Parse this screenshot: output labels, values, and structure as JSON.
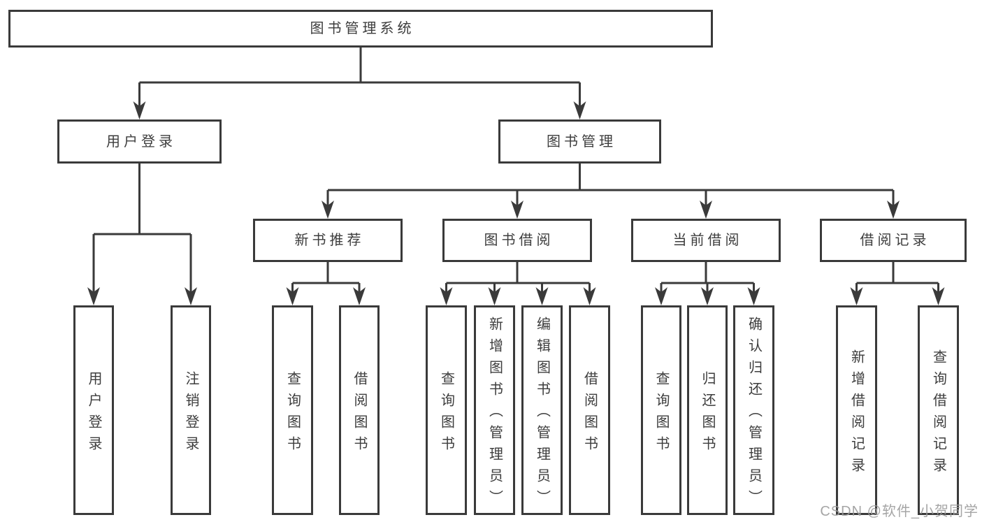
{
  "tree": {
    "id": "root",
    "label": "图书管理系统",
    "children": [
      {
        "id": "user-login-group",
        "label": "用户登录",
        "children": [
          {
            "id": "user-login",
            "label": "用户登录"
          },
          {
            "id": "user-logout",
            "label": "注销登录"
          }
        ]
      },
      {
        "id": "book-management",
        "label": "图书管理",
        "children": [
          {
            "id": "new-book-recommend",
            "label": "新书推荐",
            "children": [
              {
                "id": "nbr-query-books",
                "label": "查询图书"
              },
              {
                "id": "nbr-borrow-books",
                "label": "借阅图书"
              }
            ]
          },
          {
            "id": "book-borrowing",
            "label": "图书借阅",
            "children": [
              {
                "id": "bb-query-books",
                "label": "查询图书"
              },
              {
                "id": "bb-add-books",
                "label": "新增图书（管理员）"
              },
              {
                "id": "bb-edit-books",
                "label": "编辑图书（管理员）"
              },
              {
                "id": "bb-borrow-books",
                "label": "借阅图书"
              }
            ]
          },
          {
            "id": "current-borrowing",
            "label": "当前借阅",
            "children": [
              {
                "id": "cb-query-books",
                "label": "查询图书"
              },
              {
                "id": "cb-return-books",
                "label": "归还图书"
              },
              {
                "id": "cb-confirm-return",
                "label": "确认归还（管理员）"
              }
            ]
          },
          {
            "id": "borrowing-records",
            "label": "借阅记录",
            "children": [
              {
                "id": "br-add-record",
                "label": "新增借阅记录"
              },
              {
                "id": "br-query-record",
                "label": "查询借阅记录"
              }
            ]
          }
        ]
      }
    ]
  },
  "watermark": {
    "text": "CSDN @软件_小贺同学"
  },
  "colors": {
    "line": "#3a3a3a",
    "text": "#3d3d3d",
    "box_fill": "#ffffff",
    "background": "#ffffff",
    "watermark": "#9c9c9c"
  }
}
